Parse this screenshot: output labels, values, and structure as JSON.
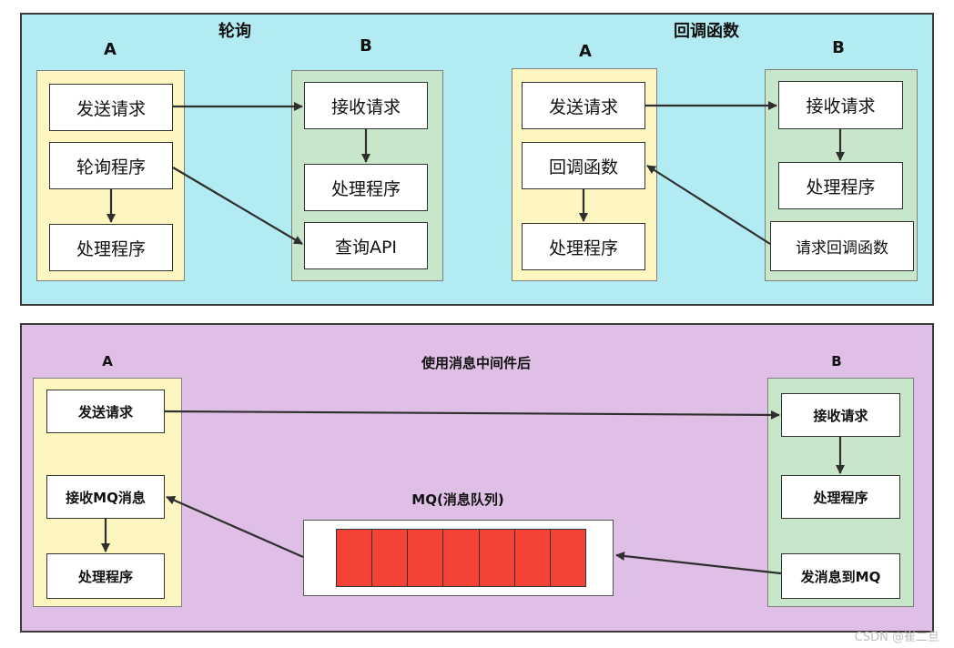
{
  "colors": {
    "top_panel_bg": "#b3ebf2",
    "bottom_panel_bg": "#dfbfe5",
    "system_a_bg": "#fdf6c0",
    "system_b_bg": "#c8e6c9",
    "queue_cell": "#f44336"
  },
  "polling": {
    "title": "轮询",
    "a_label": "A",
    "b_label": "B",
    "a_boxes": [
      "发送请求",
      "轮询程序",
      "处理程序"
    ],
    "b_boxes": [
      "接收请求",
      "处理程序",
      "查询API"
    ]
  },
  "callback": {
    "title": "回调函数",
    "a_label": "A",
    "b_label": "B",
    "a_boxes": [
      "发送请求",
      "回调函数",
      "处理程序"
    ],
    "b_boxes": [
      "接收请求",
      "处理程序",
      "请求回调函数"
    ]
  },
  "middleware": {
    "title": "使用消息中间件后",
    "a_label": "A",
    "b_label": "B",
    "a_boxes": [
      "发送请求",
      "接收MQ消息",
      "处理程序"
    ],
    "b_boxes": [
      "接收请求",
      "处理程序",
      "发消息到MQ"
    ],
    "queue_label": "MQ(消息队列)",
    "queue_cells": 7
  },
  "watermark": "CSDN @崔二旦"
}
